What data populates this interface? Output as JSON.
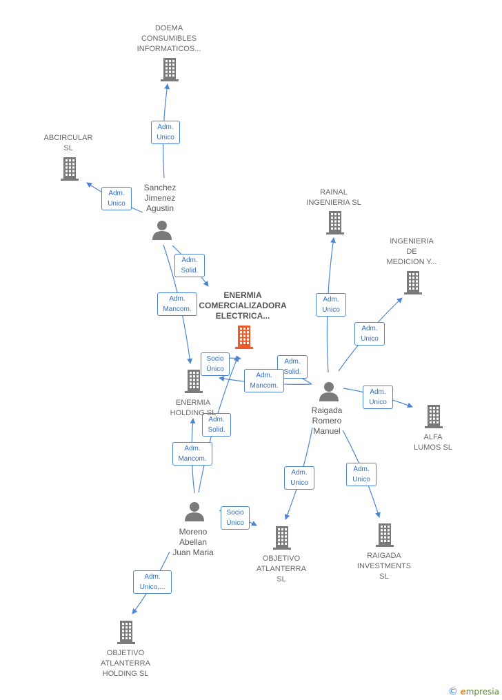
{
  "colors": {
    "company": "#7a7a7a",
    "focus_company": "#f05a28",
    "person": "#7a7a7a",
    "edge": "#4a86d4",
    "edge_text": "#2e6fc4"
  },
  "icons": {
    "company": "building-icon",
    "person": "person-icon"
  },
  "nodes": [
    {
      "id": "doema",
      "type": "company",
      "lines": [
        "DOEMA",
        "CONSUMIBLES",
        "INFORMATICOS..."
      ]
    },
    {
      "id": "abcircular",
      "type": "company",
      "lines": [
        "ABCIRCULAR",
        "SL"
      ]
    },
    {
      "id": "rainal",
      "type": "company",
      "lines": [
        "RAINAL",
        "INGENIERIA SL"
      ]
    },
    {
      "id": "ingenieria",
      "type": "company",
      "lines": [
        "INGENIERIA",
        "DE",
        "MEDICION Y..."
      ]
    },
    {
      "id": "enermia_com",
      "type": "company",
      "focus": true,
      "lines": [
        "ENERMIA",
        "COMERCIALIZADORA",
        "ELECTRICA..."
      ]
    },
    {
      "id": "enermia_hold",
      "type": "company",
      "lines": [
        "ENERMIA",
        "HOLDING  SL"
      ]
    },
    {
      "id": "alfa",
      "type": "company",
      "lines": [
        "ALFA",
        "LUMOS  SL"
      ]
    },
    {
      "id": "obj_atl",
      "type": "company",
      "lines": [
        "OBJETIVO",
        "ATLANTERRA",
        "SL"
      ]
    },
    {
      "id": "raigada_inv",
      "type": "company",
      "lines": [
        "RAIGADA",
        "INVESTMENTS",
        "SL"
      ]
    },
    {
      "id": "obj_atl_hold",
      "type": "company",
      "lines": [
        "OBJETIVO",
        "ATLANTERRA",
        "HOLDING  SL"
      ]
    },
    {
      "id": "sanchez",
      "type": "person",
      "lines": [
        "Sanchez",
        "Jimenez",
        "Agustin"
      ]
    },
    {
      "id": "raigada",
      "type": "person",
      "lines": [
        "Raigada",
        "Romero",
        "Manuel"
      ]
    },
    {
      "id": "moreno",
      "type": "person",
      "lines": [
        "Moreno",
        "Abellan",
        "Juan Maria"
      ]
    }
  ],
  "edges": [
    {
      "from": "sanchez",
      "to": "doema",
      "label": [
        "Adm.",
        "Unico"
      ]
    },
    {
      "from": "sanchez",
      "to": "abcircular",
      "label": [
        "Adm.",
        "Unico"
      ]
    },
    {
      "from": "sanchez",
      "to": "enermia_com",
      "label": [
        "Adm.",
        "Solid."
      ]
    },
    {
      "from": "sanchez",
      "to": "enermia_hold",
      "label": [
        "Adm.",
        "Mancom."
      ]
    },
    {
      "from": "raigada",
      "to": "rainal",
      "label": [
        "Adm.",
        "Unico"
      ]
    },
    {
      "from": "raigada",
      "to": "ingenieria",
      "label": [
        "Adm.",
        "Unico"
      ]
    },
    {
      "from": "raigada",
      "to": "enermia_com",
      "label": [
        "Adm.",
        "Solid."
      ]
    },
    {
      "from": "raigada",
      "to": "enermia_hold",
      "label": [
        "Adm.",
        "Mancom."
      ]
    },
    {
      "from": "raigada",
      "to": "alfa",
      "label": [
        "Adm.",
        "Unico"
      ]
    },
    {
      "from": "raigada",
      "to": "obj_atl",
      "label": [
        "Adm.",
        "Unico"
      ]
    },
    {
      "from": "raigada",
      "to": "raigada_inv",
      "label": [
        "Adm.",
        "Unico"
      ]
    },
    {
      "from": "enermia_hold",
      "to": "enermia_com",
      "label": [
        "Socio",
        "Único"
      ]
    },
    {
      "from": "moreno",
      "to": "enermia_com",
      "label": [
        "Adm.",
        "Solid."
      ]
    },
    {
      "from": "moreno",
      "to": "enermia_hold",
      "label": [
        "Adm.",
        "Mancom."
      ]
    },
    {
      "from": "moreno",
      "to": "obj_atl",
      "label": [
        "Socio",
        "Único"
      ]
    },
    {
      "from": "moreno",
      "to": "obj_atl_hold",
      "label": [
        "Adm.",
        "Unico,..."
      ]
    }
  ],
  "footer": {
    "copyright": "©",
    "brand_first": "e",
    "brand_rest": "mpresia"
  }
}
